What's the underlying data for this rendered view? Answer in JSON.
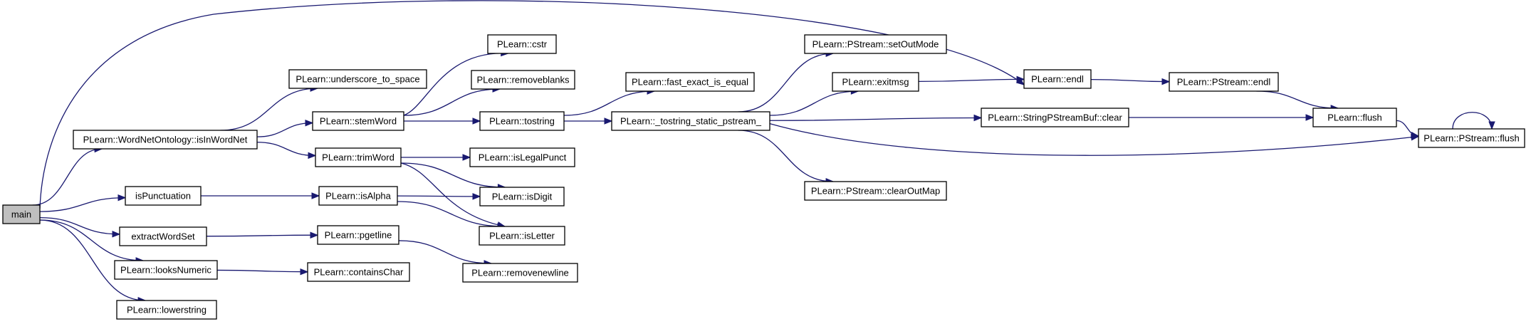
{
  "nodes": [
    {
      "id": "main",
      "label": "main",
      "root": true
    },
    {
      "id": "isInWordNet",
      "label": "PLearn::WordNetOntology::isInWordNet"
    },
    {
      "id": "isPunctuation",
      "label": "isPunctuation"
    },
    {
      "id": "extractWordSet",
      "label": "extractWordSet"
    },
    {
      "id": "looksNumeric",
      "label": "PLearn::looksNumeric"
    },
    {
      "id": "lowerstring",
      "label": "PLearn::lowerstring"
    },
    {
      "id": "underscore",
      "label": "PLearn::underscore_to_space"
    },
    {
      "id": "stemWord",
      "label": "PLearn::stemWord"
    },
    {
      "id": "trimWord",
      "label": "PLearn::trimWord"
    },
    {
      "id": "isAlpha",
      "label": "PLearn::isAlpha"
    },
    {
      "id": "pgetline",
      "label": "PLearn::pgetline"
    },
    {
      "id": "containsChar",
      "label": "PLearn::containsChar"
    },
    {
      "id": "cstr",
      "label": "PLearn::cstr"
    },
    {
      "id": "removeblanks",
      "label": "PLearn::removeblanks"
    },
    {
      "id": "tostring",
      "label": "PLearn::tostring"
    },
    {
      "id": "isLegalPunct",
      "label": "PLearn::isLegalPunct"
    },
    {
      "id": "isDigit",
      "label": "PLearn::isDigit"
    },
    {
      "id": "isLetter",
      "label": "PLearn::isLetter"
    },
    {
      "id": "removenewline",
      "label": "PLearn::removenewline"
    },
    {
      "id": "fastexact",
      "label": "PLearn::fast_exact_is_equal"
    },
    {
      "id": "tostringstatic",
      "label": "PLearn::_tostring_static_pstream_"
    },
    {
      "id": "setOutMode",
      "label": "PLearn::PStream::setOutMode"
    },
    {
      "id": "exitmsg",
      "label": "PLearn::exitmsg"
    },
    {
      "id": "clearOutMap",
      "label": "PLearn::PStream::clearOutMap"
    },
    {
      "id": "spbclear",
      "label": "PLearn::StringPStreamBuf::clear"
    },
    {
      "id": "endl",
      "label": "PLearn::endl"
    },
    {
      "id": "psendl",
      "label": "PLearn::PStream::endl"
    },
    {
      "id": "flush",
      "label": "PLearn::flush"
    },
    {
      "id": "psflush",
      "label": "PLearn::PStream::flush"
    }
  ],
  "edges": [
    {
      "from": "main",
      "to": "isInWordNet"
    },
    {
      "from": "main",
      "to": "isPunctuation"
    },
    {
      "from": "main",
      "to": "extractWordSet"
    },
    {
      "from": "main",
      "to": "looksNumeric"
    },
    {
      "from": "main",
      "to": "lowerstring"
    },
    {
      "from": "main",
      "to": "endl"
    },
    {
      "from": "isInWordNet",
      "to": "underscore"
    },
    {
      "from": "isInWordNet",
      "to": "stemWord"
    },
    {
      "from": "isInWordNet",
      "to": "trimWord"
    },
    {
      "from": "isPunctuation",
      "to": "isAlpha"
    },
    {
      "from": "extractWordSet",
      "to": "pgetline"
    },
    {
      "from": "looksNumeric",
      "to": "containsChar"
    },
    {
      "from": "stemWord",
      "to": "cstr"
    },
    {
      "from": "stemWord",
      "to": "removeblanks"
    },
    {
      "from": "stemWord",
      "to": "tostring"
    },
    {
      "from": "trimWord",
      "to": "isLegalPunct"
    },
    {
      "from": "trimWord",
      "to": "isDigit"
    },
    {
      "from": "trimWord",
      "to": "isLetter"
    },
    {
      "from": "isAlpha",
      "to": "isDigit"
    },
    {
      "from": "isAlpha",
      "to": "isLetter"
    },
    {
      "from": "pgetline",
      "to": "removenewline"
    },
    {
      "from": "tostring",
      "to": "fastexact"
    },
    {
      "from": "tostring",
      "to": "tostringstatic"
    },
    {
      "from": "tostringstatic",
      "to": "setOutMode"
    },
    {
      "from": "tostringstatic",
      "to": "exitmsg"
    },
    {
      "from": "tostringstatic",
      "to": "clearOutMap"
    },
    {
      "from": "tostringstatic",
      "to": "spbclear"
    },
    {
      "from": "tostringstatic",
      "to": "psflush"
    },
    {
      "from": "exitmsg",
      "to": "endl"
    },
    {
      "from": "endl",
      "to": "psendl"
    },
    {
      "from": "psendl",
      "to": "flush"
    },
    {
      "from": "spbclear",
      "to": "flush"
    },
    {
      "from": "flush",
      "to": "psflush"
    },
    {
      "from": "psflush",
      "to": "psflush"
    }
  ]
}
